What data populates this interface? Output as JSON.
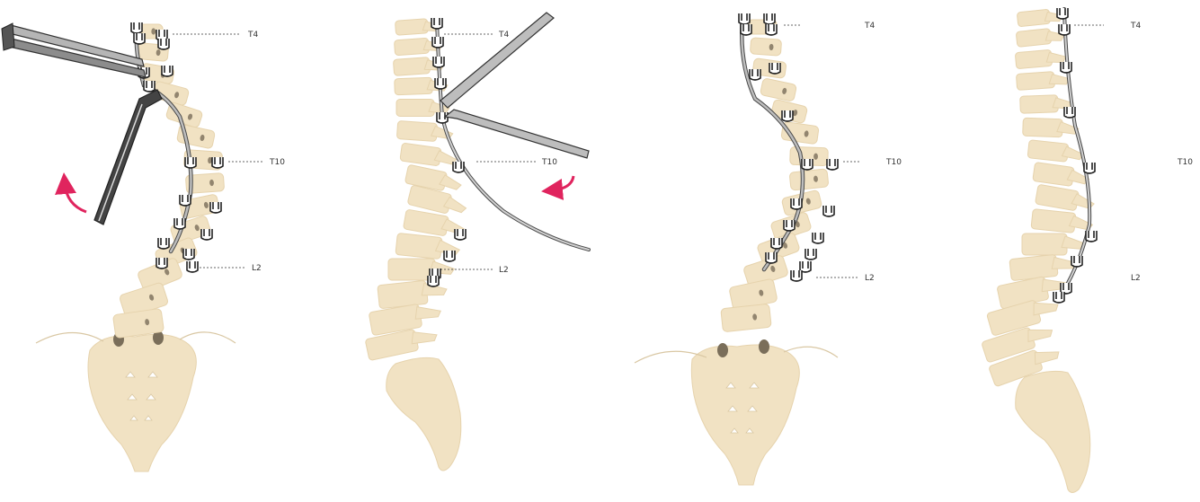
{
  "colors": {
    "bone": "#f1e2c3",
    "bone_edge": "#e6d3ad",
    "foramen": "#7a6e5a",
    "rod": "#9a9a9a",
    "rod_edge": "#4a4a4a",
    "hook": "#222222",
    "arrow": "#e0245e",
    "leader": "#333333"
  },
  "panels": [
    {
      "id": "panel-1",
      "view": "coronal",
      "labels": {
        "t4": "T4",
        "t10": "T10",
        "l2": "L2"
      },
      "instruments": [
        "rod-bender-tool",
        "rod-holder-tool",
        "rotation-arrow-counterclockwise"
      ]
    },
    {
      "id": "panel-2",
      "view": "sagittal",
      "labels": {
        "t4": "T4",
        "t10": "T10",
        "l2": "L2"
      },
      "instruments": [
        "rod-holder-tool",
        "rod-pusher-tool",
        "rotation-arrow-clockwise"
      ]
    },
    {
      "id": "panel-3",
      "view": "coronal",
      "labels": {
        "t4": "T4",
        "t10": "T10",
        "l2": "L2"
      },
      "instruments": []
    },
    {
      "id": "panel-4",
      "view": "sagittal",
      "labels": {
        "t4": "T4",
        "t10": "T10",
        "l2": "L2"
      },
      "instruments": []
    }
  ]
}
